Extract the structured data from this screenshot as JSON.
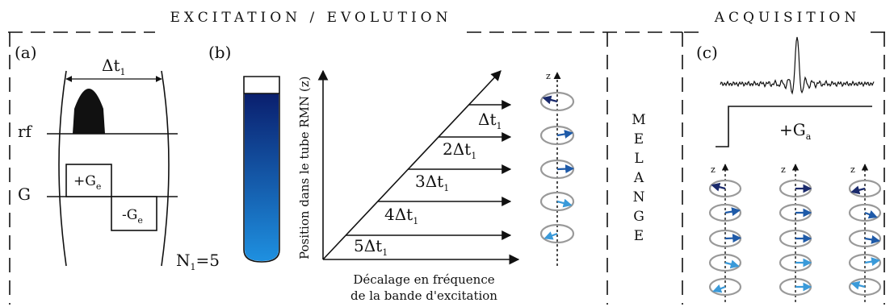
{
  "sections": {
    "excitation": "EXCITATION / EVOLUTION",
    "acquisition": "ACQUISITION",
    "mixing": [
      "M",
      "E",
      "L",
      "A",
      "N",
      "G",
      "E"
    ]
  },
  "panel_a": {
    "label": "(a)",
    "delta": "Δt",
    "delta_sub": "1",
    "rf": "rf",
    "g": "G",
    "plus_g": "+G",
    "plus_g_sub": "e",
    "minus_g": "-G",
    "minus_g_sub": "e",
    "n": "N",
    "n_sub": "1",
    "n_val": "=5"
  },
  "panel_b": {
    "label": "(b)",
    "y_axis": "Position dans le tube RMN (z)",
    "x_axis_line1": "Décalage en fréquence",
    "x_axis_line2": "de la bande d'excitation",
    "delta_labels": [
      {
        "coef": "",
        "sym": "Δt",
        "sub": "1"
      },
      {
        "coef": "2",
        "sym": "Δt",
        "sub": "1"
      },
      {
        "coef": "3",
        "sym": "Δt",
        "sub": "1"
      },
      {
        "coef": "4",
        "sym": "Δt",
        "sub": "1"
      },
      {
        "coef": "5",
        "sym": "Δt",
        "sub": "1"
      }
    ],
    "z": "z"
  },
  "panel_c": {
    "label": "(c)",
    "gradient": "+G",
    "gradient_sub": "a",
    "z": "z"
  },
  "colors": {
    "tube_top": "#0a1f6e",
    "tube_bottom": "#1e90e0",
    "arrow_dark": "#1a2a6c",
    "arrow_mid": "#1e5aa8",
    "arrow_light": "#3a9ad9",
    "ellipse": "#999999"
  }
}
